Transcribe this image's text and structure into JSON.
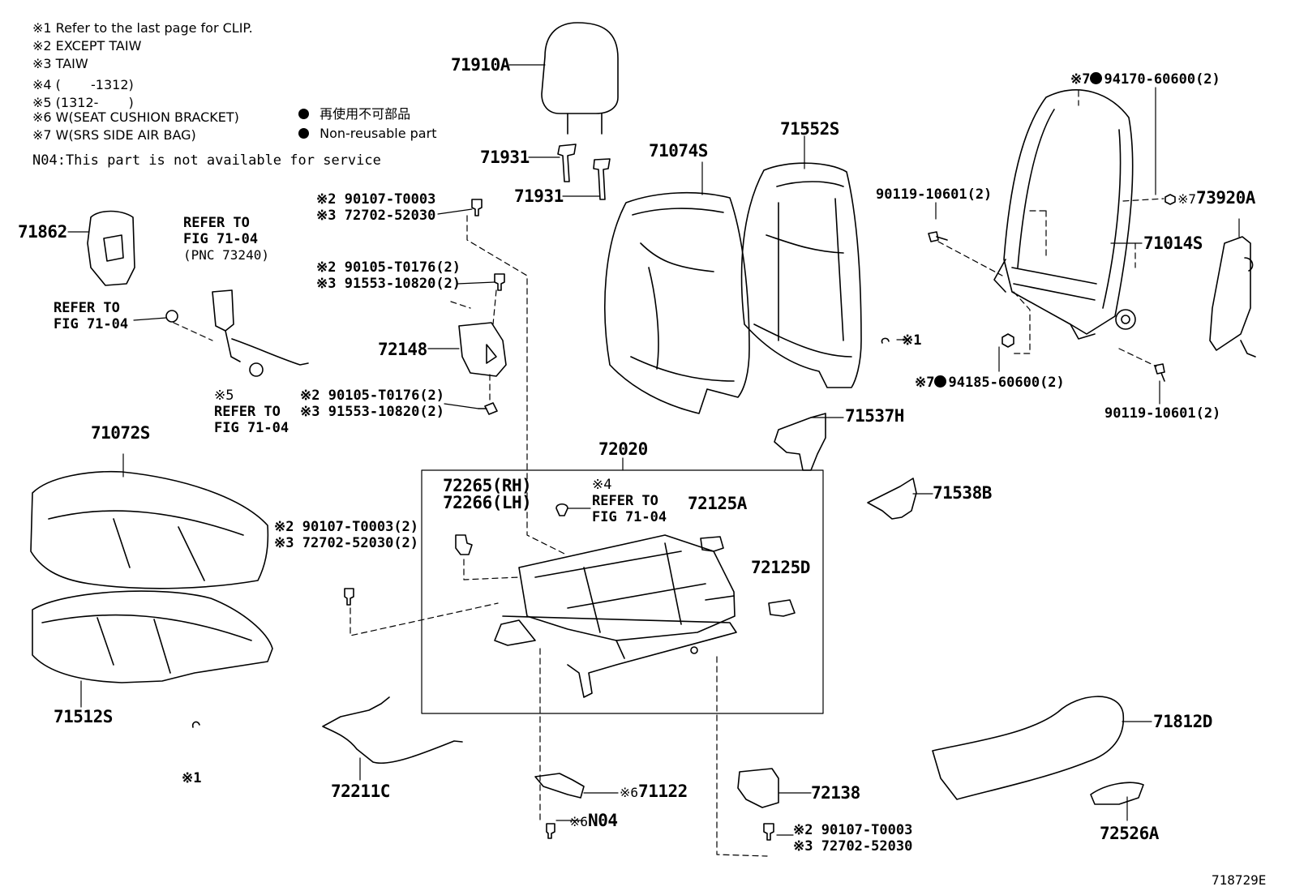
{
  "legend": {
    "notes": [
      "※1 Refer to the last page for CLIP.",
      "※2 EXCEPT TAIW",
      "※3 TAIW",
      "※4 (　　 -1312)",
      "※5 (1312-　　 )",
      "※6 W(SEAT CUSHION BRACKET)",
      "※7 W(SRS SIDE AIR BAG)"
    ],
    "n04_note": "N04:This part is not available for service",
    "nonreusable_jp": "再使用不可部品",
    "nonreusable_en": "Non-reusable part"
  },
  "parts": {
    "p71910A": "71910A",
    "p71931a": "71931",
    "p71931b": "71931",
    "p71074S": "71074S",
    "p71552S": "71552S",
    "p71862": "71862",
    "p72148": "72148",
    "p72020": "72020",
    "p72265": "72265(RH)",
    "p72266": "72266(LH)",
    "p72125A": "72125A",
    "p72125D": "72125D",
    "p71072S": "71072S",
    "p71512S": "71512S",
    "p72211C": "72211C",
    "p71122": "71122",
    "pN04": "N04",
    "p72138": "72138",
    "p71537H": "71537H",
    "p71538B": "71538B",
    "p71014S": "71014S",
    "p73920A": "73920A",
    "p71812D": "71812D",
    "p72526A": "72526A"
  },
  "refs": {
    "bolt_top_a": "90107-T0003",
    "bolt_top_b": "72702-52030",
    "bolt_mid_a": "90105-T0176(2)",
    "bolt_mid_b": "91553-10820(2)",
    "bolt_low_a": "90105-T0176(2)",
    "bolt_low_b": "91553-10820(2)",
    "bolt_cushion_a": "90107-T0003(2)",
    "bolt_cushion_b": "72702-52030(2)",
    "bolt_bottom_a": "90107-T0003",
    "bolt_bottom_b": "72702-52030",
    "nut_top": "94170-60600(2)",
    "nut_low": "94185-60600(2)",
    "bolt_r1": "90119-10601(2)",
    "bolt_r2": "90119-10601(2)"
  },
  "marks": {
    "m1": "※1",
    "m2": "※2",
    "m3": "※3",
    "m4": "※4",
    "m5": "※5",
    "m6": "※6",
    "m7": "※7"
  },
  "refer": {
    "l1": "REFER TO",
    "fig": "FIG 71-04",
    "pnc": "(PNC 73240)"
  },
  "figure_id": "718729E"
}
